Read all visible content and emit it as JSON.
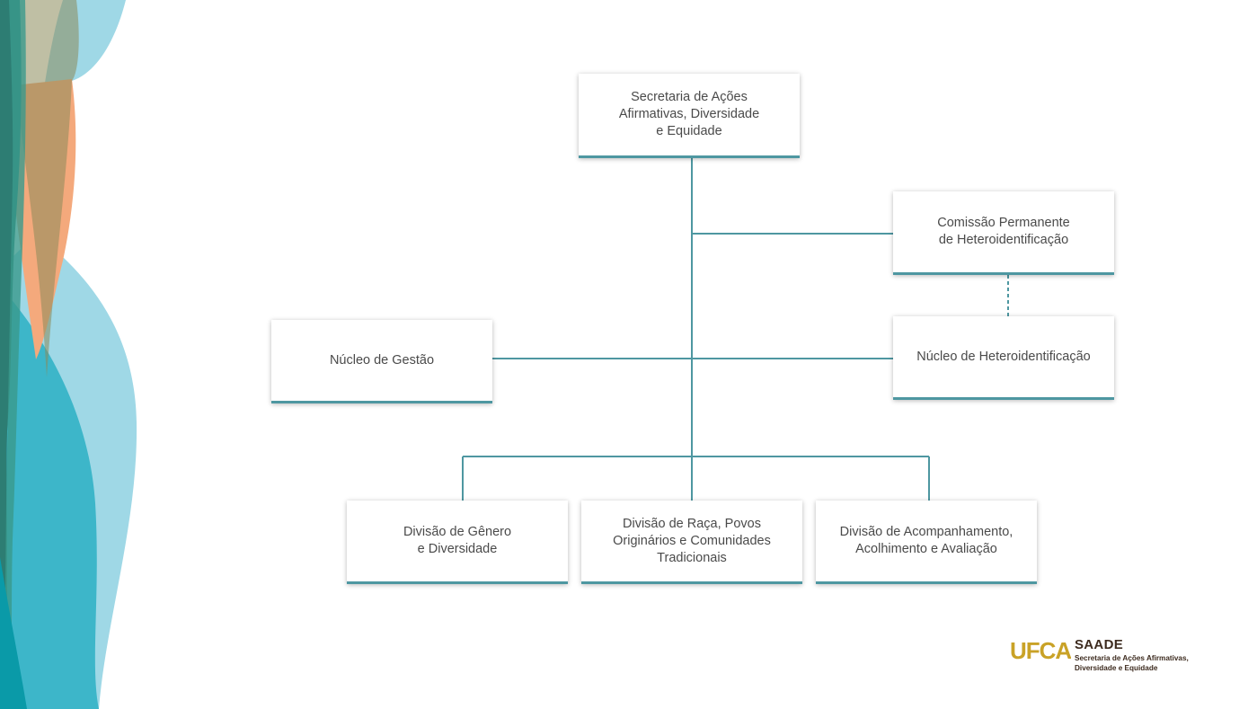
{
  "org_chart": {
    "root": "Secretaria de Ações\nAfirmativas, Diversidade\ne Equidade",
    "commission": "Comissão Permanente\nde Heteroidentificação",
    "nucleus_hetero": "Núcleo de Heteroidentificação",
    "nucleus_management": "Núcleo de Gestão",
    "divisions": [
      "Divisão de Gênero\ne Diversidade",
      "Divisão de Raça, Povos\nOriginários e Comunidades\nTradicionais",
      "Divisão de Acompanhamento,\nAcolhimento e Avaliação"
    ]
  },
  "logo": {
    "mark_text": "UFCA",
    "title": "SAADE",
    "subtitle": "Secretaria de Ações Afirmativas,\nDiversidade e Equidade"
  },
  "colors": {
    "connector": "#4e97a1",
    "box_border": "#4e97a1",
    "wave_light_blue": "#9fd8e6",
    "wave_cyan": "#3db6c9",
    "wave_teal": "#2d7d73",
    "wave_orange": "#f4a97c",
    "logo_brown": "#3d2b1f"
  }
}
